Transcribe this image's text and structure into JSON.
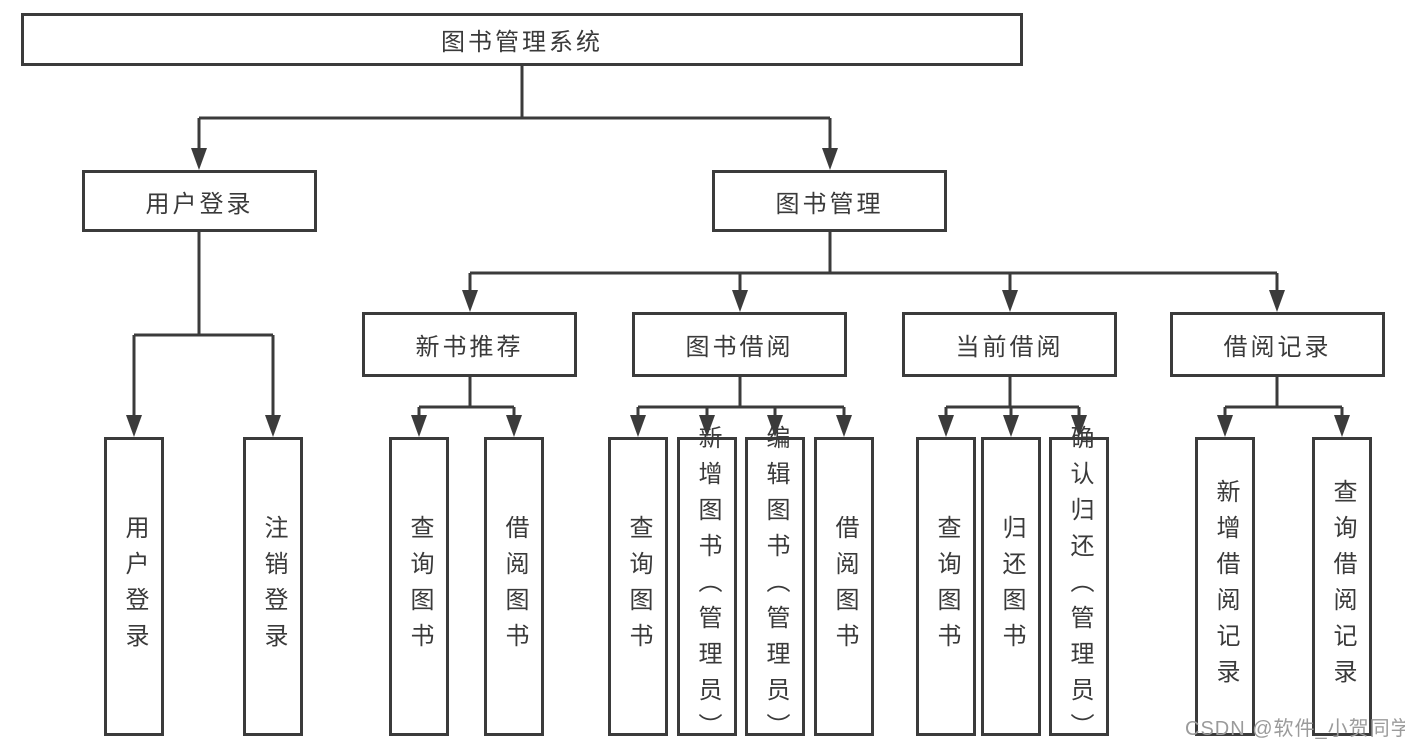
{
  "tree": {
    "label": "图书管理系统",
    "children": [
      {
        "label": "用户登录",
        "children": [
          {
            "label": "用户登录"
          },
          {
            "label": "注销登录"
          }
        ]
      },
      {
        "label": "图书管理",
        "children": [
          {
            "label": "新书推荐",
            "children": [
              {
                "label": "查询图书"
              },
              {
                "label": "借阅图书"
              }
            ]
          },
          {
            "label": "图书借阅",
            "children": [
              {
                "label": "查询图书"
              },
              {
                "label": "新增图书（管理员）"
              },
              {
                "label": "编辑图书（管理员）"
              },
              {
                "label": "借阅图书"
              }
            ]
          },
          {
            "label": "当前借阅",
            "children": [
              {
                "label": "查询图书"
              },
              {
                "label": "归还图书"
              },
              {
                "label": "确认归还（管理员）"
              }
            ]
          },
          {
            "label": "借阅记录",
            "children": [
              {
                "label": "新增借阅记录"
              },
              {
                "label": "查询借阅记录"
              }
            ]
          }
        ]
      }
    ]
  },
  "watermark": {
    "text": "CSDN @软件_小贺同学"
  },
  "colors": {
    "line": "#3b3b3b",
    "text": "#3a3a3a",
    "watermark": "#9b9b9b",
    "background": "#ffffff"
  }
}
